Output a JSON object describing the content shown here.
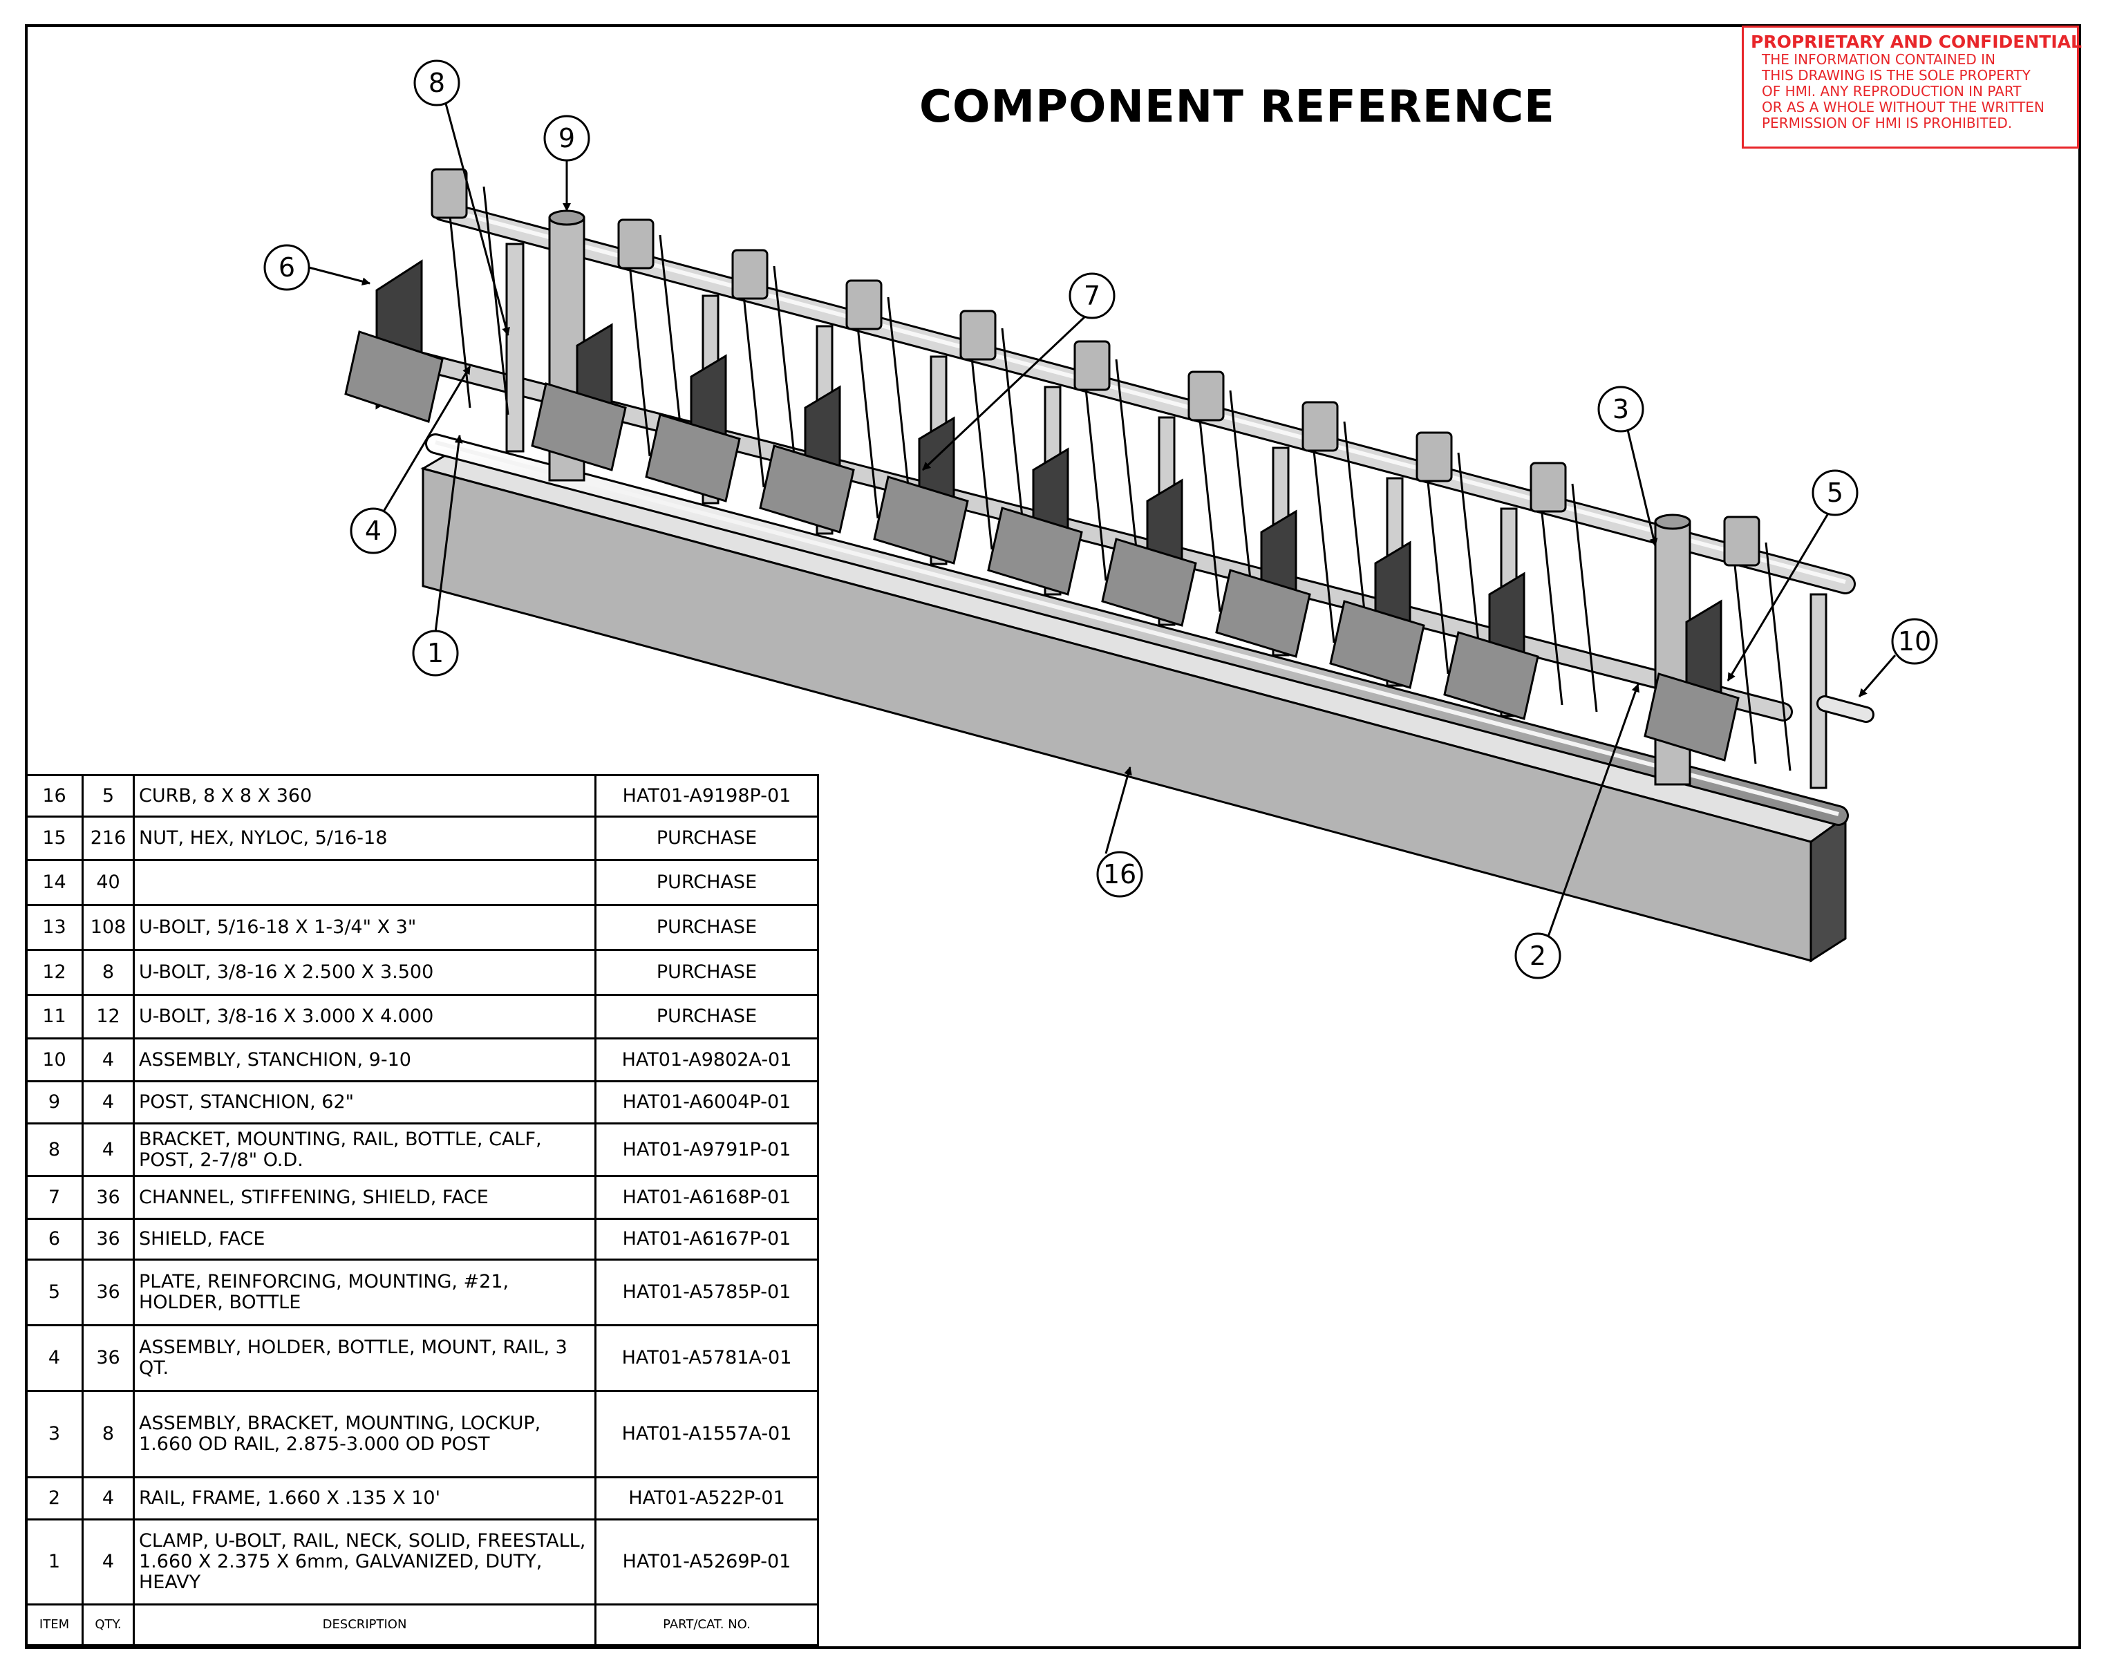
{
  "title": "COMPONENT REFERENCE",
  "notice": {
    "heading": "PROPRIETARY AND CONFIDENTIAL",
    "lines": [
      "THE INFORMATION CONTAINED IN",
      "THIS DRAWING IS THE SOLE PROPERTY",
      "OF HMI.  ANY REPRODUCTION IN PART",
      "OR AS A WHOLE WITHOUT THE WRITTEN",
      "PERMISSION OF HMI IS PROHIBITED."
    ],
    "color": "#e8262a"
  },
  "balloons": [
    "8",
    "9",
    "6",
    "7",
    "4",
    "1",
    "3",
    "5",
    "10",
    "16",
    "2"
  ],
  "bom": {
    "headers": {
      "item": "ITEM",
      "qty": "QTY.",
      "description": "DESCRIPTION",
      "part": "PART/CAT. NO."
    },
    "rows": [
      {
        "item": "16",
        "qty": "5",
        "description": "CURB, 8 X 8 X 360",
        "part": "HAT01-A9198P-01"
      },
      {
        "item": "15",
        "qty": "216",
        "description": "NUT, HEX, NYLOC, 5/16-18",
        "part": "PURCHASE"
      },
      {
        "item": "14",
        "qty": "40",
        "description": "",
        "part": "PURCHASE"
      },
      {
        "item": "13",
        "qty": "108",
        "description": "U-BOLT, 5/16-18 X 1-3/4\" X 3\"",
        "part": "PURCHASE"
      },
      {
        "item": "12",
        "qty": "8",
        "description": "U-BOLT, 3/8-16 X 2.500 X 3.500",
        "part": "PURCHASE"
      },
      {
        "item": "11",
        "qty": "12",
        "description": "U-BOLT, 3/8-16 X 3.000 X 4.000",
        "part": "PURCHASE"
      },
      {
        "item": "10",
        "qty": "4",
        "description": "ASSEMBLY, STANCHION, 9-10",
        "part": "HAT01-A9802A-01"
      },
      {
        "item": "9",
        "qty": "4",
        "description": "POST, STANCHION, 62\"",
        "part": "HAT01-A6004P-01"
      },
      {
        "item": "8",
        "qty": "4",
        "description": "BRACKET, MOUNTING, RAIL, BOTTLE, CALF, POST, 2-7/8\" O.D.",
        "part": "HAT01-A9791P-01"
      },
      {
        "item": "7",
        "qty": "36",
        "description": "CHANNEL, STIFFENING, SHIELD, FACE",
        "part": "HAT01-A6168P-01"
      },
      {
        "item": "6",
        "qty": "36",
        "description": "SHIELD, FACE",
        "part": "HAT01-A6167P-01"
      },
      {
        "item": "5",
        "qty": "36",
        "description": "PLATE, REINFORCING, MOUNTING, #21, HOLDER, BOTTLE",
        "part": "HAT01-A5785P-01"
      },
      {
        "item": "4",
        "qty": "36",
        "description": "ASSEMBLY, HOLDER, BOTTLE, MOUNT, RAIL, 3 QT.",
        "part": "HAT01-A5781A-01"
      },
      {
        "item": "3",
        "qty": "8",
        "description": "ASSEMBLY, BRACKET, MOUNTING, LOCKUP, 1.660 OD RAIL, 2.875-3.000 OD POST",
        "part": "HAT01-A1557A-01"
      },
      {
        "item": "2",
        "qty": "4",
        "description": "RAIL, FRAME, 1.660 X .135 X 10'",
        "part": "HAT01-A522P-01"
      },
      {
        "item": "1",
        "qty": "4",
        "description": "CLAMP, U-BOLT, RAIL, NECK, SOLID, FREESTALL, 1.660 X 2.375 X 6mm, GALVANIZED, DUTY, HEAVY",
        "part": "HAT01-A5269P-01"
      }
    ]
  }
}
